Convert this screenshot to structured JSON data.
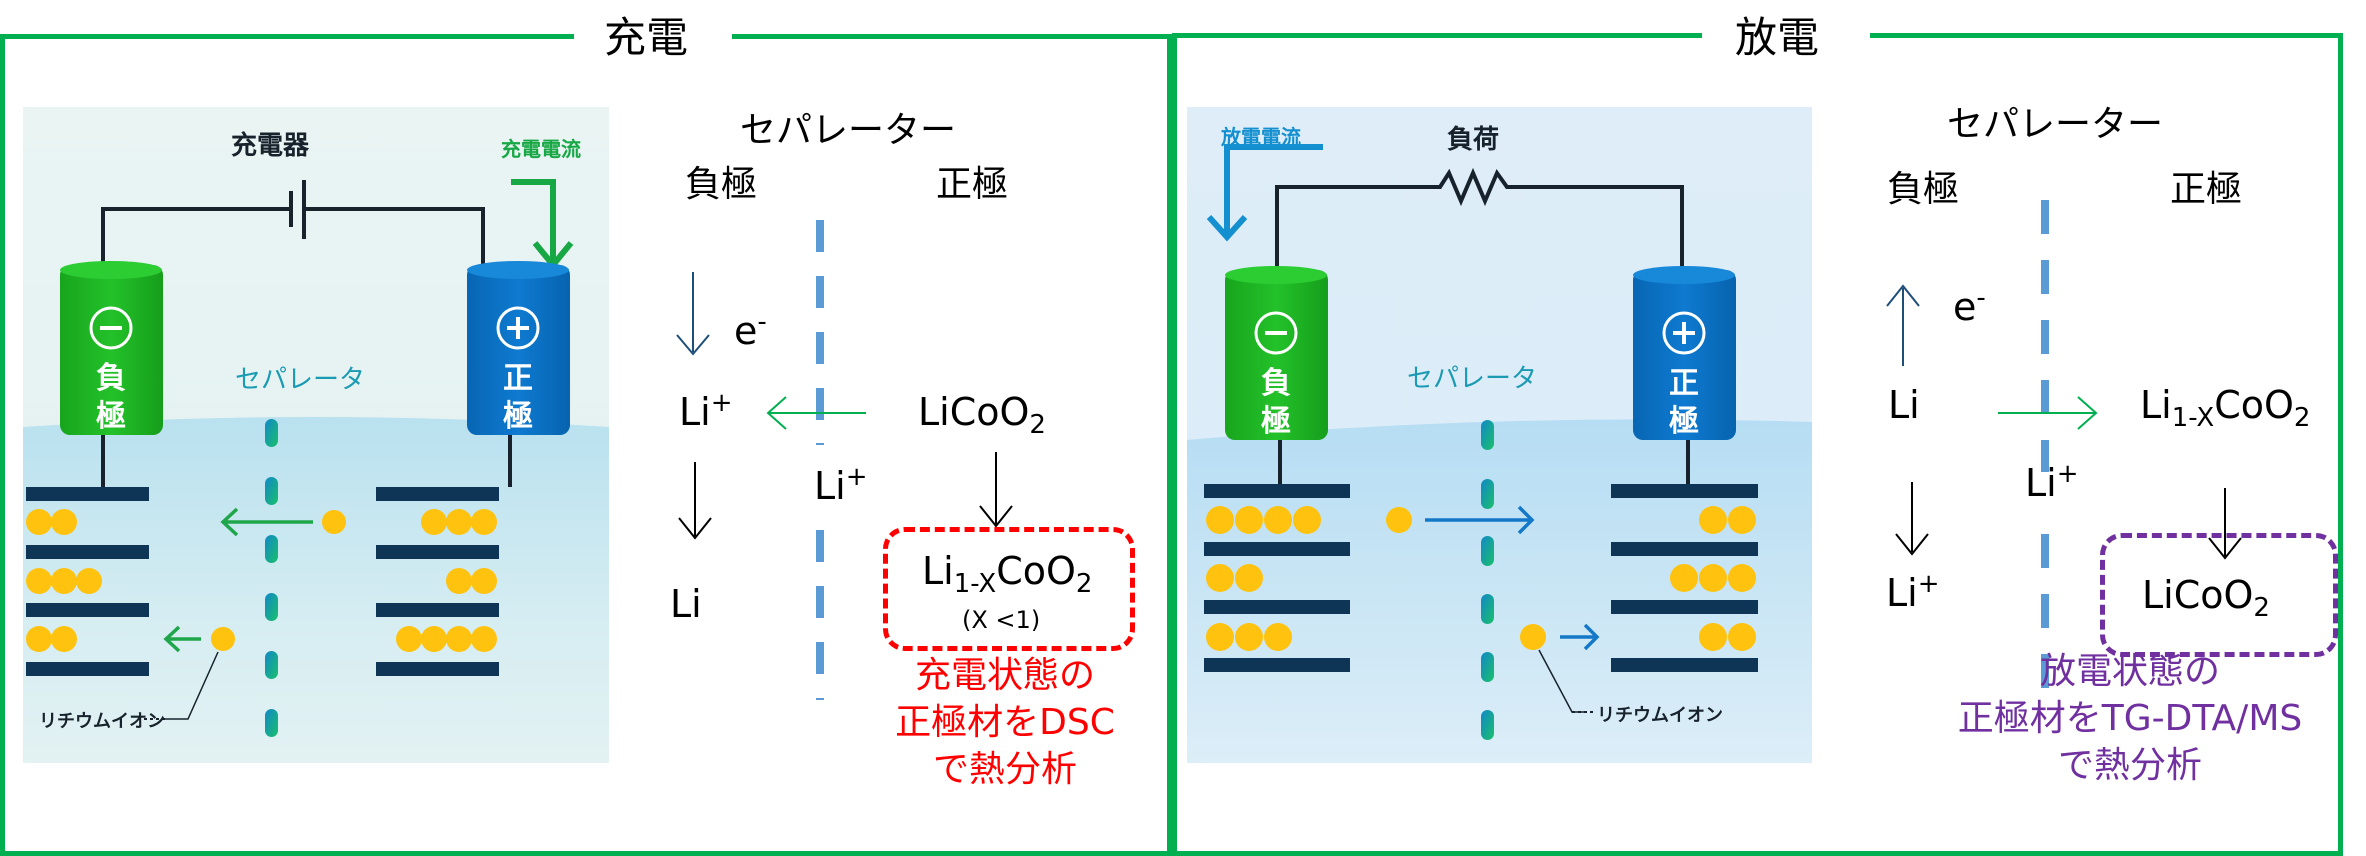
{
  "panels": {
    "charge": {
      "title": "充電",
      "illustration": {
        "source_label": "充電器",
        "current_label": "充電電流",
        "negative_electrode": {
          "sign": "−",
          "label_1": "負",
          "label_2": "極"
        },
        "positive_electrode": {
          "sign": "+",
          "label_1": "正",
          "label_2": "極"
        },
        "separator_label": "セパレータ",
        "ion_label": "リチウムイオン"
      },
      "reaction": {
        "separator_heading": "セパレーター",
        "negative_heading": "負極",
        "positive_heading": "正極",
        "electron": {
          "base": "e",
          "sup": "-"
        },
        "neg_top": {
          "base": "Li",
          "sup": "+"
        },
        "neg_bottom": {
          "base": "Li"
        },
        "pos_top": {
          "base": "LiCoO",
          "sub": "2"
        },
        "pos_bottom": {
          "base": "Li",
          "sub1": "1-X",
          "mid": "CoO",
          "sub2": "2",
          "condition": "(X <1)"
        },
        "migrating_ion": {
          "base": "Li",
          "sup": "+"
        },
        "analysis_note": [
          "充電状態の",
          "正極材をDSC",
          "で熱分析"
        ],
        "note_color": "#FF0000"
      }
    },
    "discharge": {
      "title": "放電",
      "illustration": {
        "load_label": "負荷",
        "current_label": "放電電流",
        "negative_electrode": {
          "sign": "−",
          "label_1": "負",
          "label_2": "極"
        },
        "positive_electrode": {
          "sign": "+",
          "label_1": "正",
          "label_2": "極"
        },
        "separator_label": "セパレータ",
        "ion_label": "リチウムイオン"
      },
      "reaction": {
        "separator_heading": "セパレーター",
        "negative_heading": "負極",
        "positive_heading": "正極",
        "electron": {
          "base": "e",
          "sup": "-"
        },
        "neg_top": {
          "base": "Li"
        },
        "neg_bottom": {
          "base": "Li",
          "sup": "+"
        },
        "pos_top": {
          "base": "Li",
          "sub1": "1-X",
          "mid": "CoO",
          "sub2": "2"
        },
        "pos_bottom": {
          "base": "LiCoO",
          "sub": "2"
        },
        "migrating_ion": {
          "base": "Li",
          "sup": "+"
        },
        "analysis_note": [
          "放電状態の",
          "正極材をTG-DTA/MS",
          "で熱分析"
        ],
        "note_color": "#7030A0"
      }
    }
  },
  "colors": {
    "frame": "#00B050",
    "separator_dash": "#5B9BD5",
    "ion_arrow": "#00B050",
    "electron_arrow": "#1F4E79",
    "charge_box": "#FF0000",
    "discharge_box": "#7030A0",
    "negative_electrode": "#1DB322",
    "positive_electrode": "#0A72C6",
    "lithium_ion": "#FFC20E",
    "layer_bar": "#0E3556"
  }
}
